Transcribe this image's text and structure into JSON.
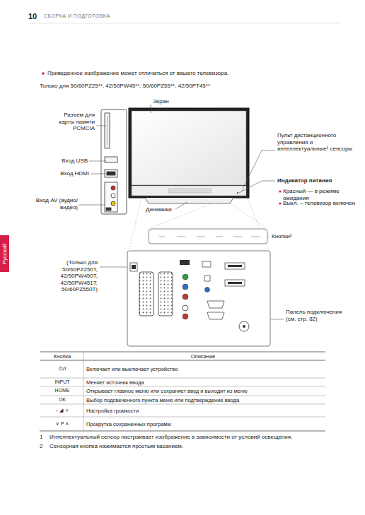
{
  "diagram": {
    "title": "СБОРКА И ПОДГОТОВКА",
    "labels": [
      "10",
      "Приведенное изображение может отличаться от вашего телевизора.",
      "Только для 50/60PZ25**, 42/50PW45**, 50/60PZ55**, 42/50PT45**",
      "Экран",
      "Разъем для карты памяти PCMCIA",
      "Вход USB",
      "Вход HDMI",
      "Вход AV (аудио/видео)",
      "Динамики",
      "Пульт дистанционного управления и интеллектуальные¹ сенсоры",
      "Индикатор питания",
      "Красный — в режиме ожидания",
      "Выкл. – телевизор включен",
      "Кнопки²",
      "Русский",
      "(Только для 50/60PZ250T, 42/50PW450T, 42/50PW451T, 50/60PZ550T)",
      "Панель подключения (см. стр. 82)",
      "Кнопка",
      "Описание",
      "⏻/I",
      "Включает или выключает устройство",
      "INPUT",
      "Меняет источник ввода",
      "HOME",
      "Открывает главное меню или сохраняет ввод и выходит из меню",
      "OK",
      "Выбор подсвеченного пункта меню или подтверждение ввода",
      "– ◢ +",
      "Настройка громкости",
      "∨ P ∧",
      "Прокрутка сохраненных программ",
      "1",
      "Интеллектуальный сенсор настраивает изображение в зависимости от условий освещения.",
      "2",
      "Сенсорная кнопка нажимается простым касанием."
    ]
  }
}
